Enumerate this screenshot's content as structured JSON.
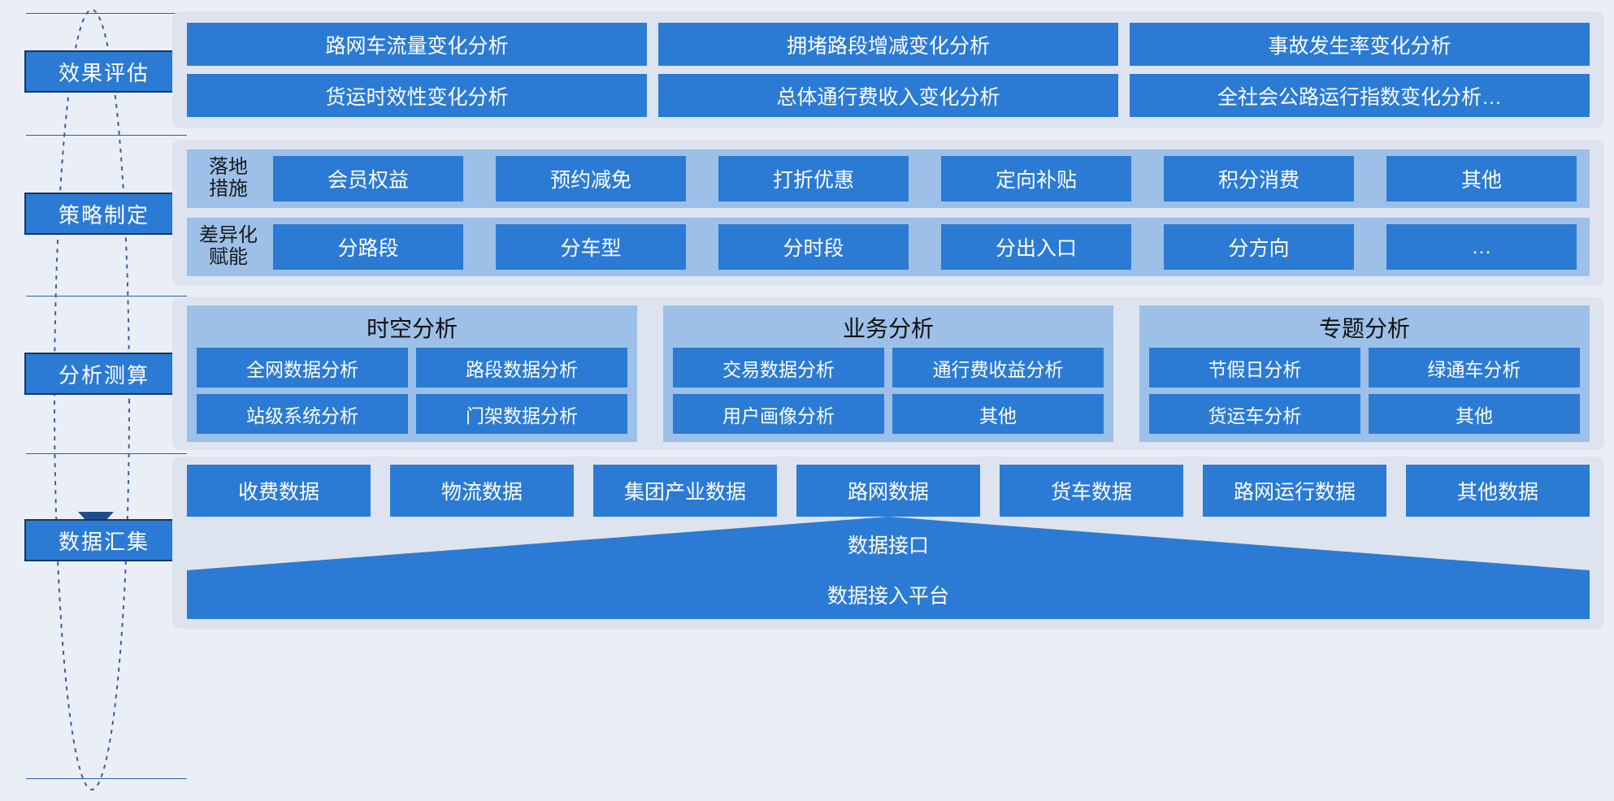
{
  "theme": {
    "page_bg": "#eaeff7",
    "panel_bg": "#dde4ef",
    "band_bg": "#9cc0e8",
    "tile_blue": "#2b7bd4",
    "stage_border": "#17365d",
    "tile_text": "#ffffff",
    "label_text": "#1a1a1a"
  },
  "rail": {
    "stages": [
      {
        "label": "效果评估"
      },
      {
        "label": "策略制定"
      },
      {
        "label": "分析测算"
      },
      {
        "label": "数据汇集"
      }
    ],
    "arrows": [
      {
        "name": "loop-arrow-up",
        "direction": "up"
      },
      {
        "name": "loop-arrow-down",
        "direction": "down"
      }
    ]
  },
  "effect": {
    "items": [
      "路网车流量变化分析",
      "拥堵路段增减变化分析",
      "事故发生率变化分析",
      "货运时效性变化分析",
      "总体通行费收入变化分析",
      "全社会公路运行指数变化分析…"
    ]
  },
  "strategy": {
    "rows": [
      {
        "label": "落地\n措施",
        "label_line1": "落地",
        "label_line2": "措施",
        "items": [
          "会员权益",
          "预约减免",
          "打折优惠",
          "定向补贴",
          "积分消费",
          "其他"
        ]
      },
      {
        "label": "差异化\n赋能",
        "label_line1": "差异化",
        "label_line2": "赋能",
        "items": [
          "分路段",
          "分车型",
          "分时段",
          "分出入口",
          "分方向",
          "…"
        ]
      }
    ]
  },
  "analysis": {
    "columns": [
      {
        "title": "时空分析",
        "items": [
          "全网数据分析",
          "路段数据分析",
          "站级系统分析",
          "门架数据分析"
        ]
      },
      {
        "title": "业务分析",
        "items": [
          "交易数据分析",
          "通行费收益分析",
          "用户画像分析",
          "其他"
        ]
      },
      {
        "title": "专题分析",
        "items": [
          "节假日分析",
          "绿通车分析",
          "货运车分析",
          "其他"
        ]
      }
    ]
  },
  "data": {
    "sources": [
      "收费数据",
      "物流数据",
      "集团产业数据",
      "路网数据",
      "货车数据",
      "路网运行数据",
      "其他数据"
    ],
    "interface_label": "数据接口",
    "platform_label": "数据接入平台"
  }
}
